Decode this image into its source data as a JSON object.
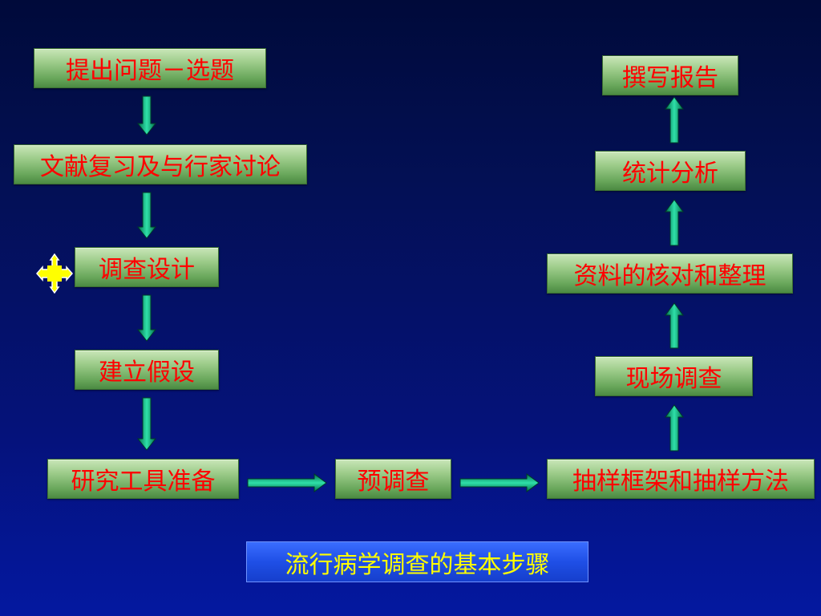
{
  "diagram": {
    "steps": {
      "select_topic": "提出问题－选题",
      "literature": "文献复习及与行家讨论",
      "design": "调查设计",
      "hypothesis": "建立假设",
      "tools": "研究工具准备",
      "pretest": "预调查",
      "sampling": "抽样框架和抽样方法",
      "field": "现场调查",
      "checking": "资料的核对和整理",
      "analysis": "统计分析",
      "report": "撰写报告"
    },
    "title": "流行病学调查的基本步骤"
  },
  "colors": {
    "box_text": "#ff0000",
    "title_text": "#ffff00",
    "arrow": "#00a070"
  }
}
